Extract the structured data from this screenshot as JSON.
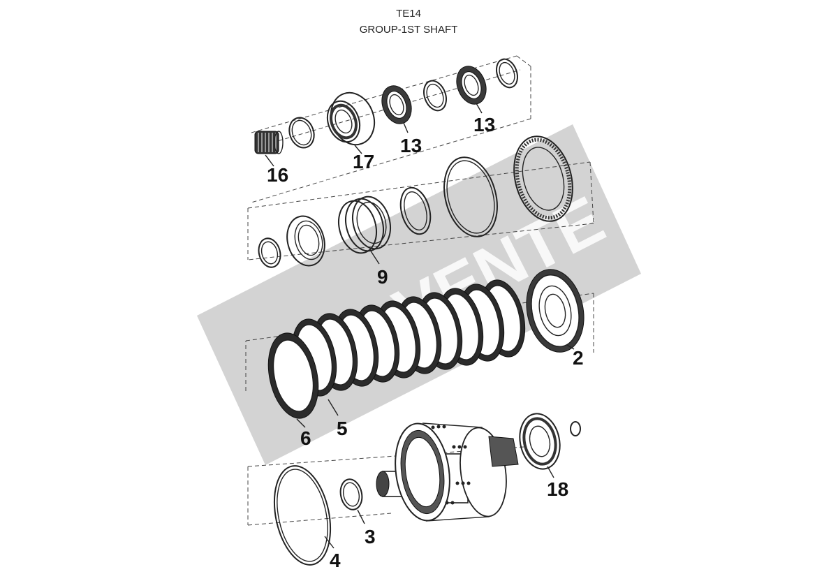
{
  "header": {
    "title": "TE14",
    "subtitle": "GROUP-1ST SHAFT"
  },
  "watermark": {
    "text": "VENTE",
    "color": "#b8b8b8"
  },
  "callouts": {
    "c16": "16",
    "c17": "17",
    "c13a": "13",
    "c13b": "13",
    "c9": "9",
    "c2": "2",
    "c6": "6",
    "c5": "5",
    "c18": "18",
    "c3": "3",
    "c4": "4"
  }
}
